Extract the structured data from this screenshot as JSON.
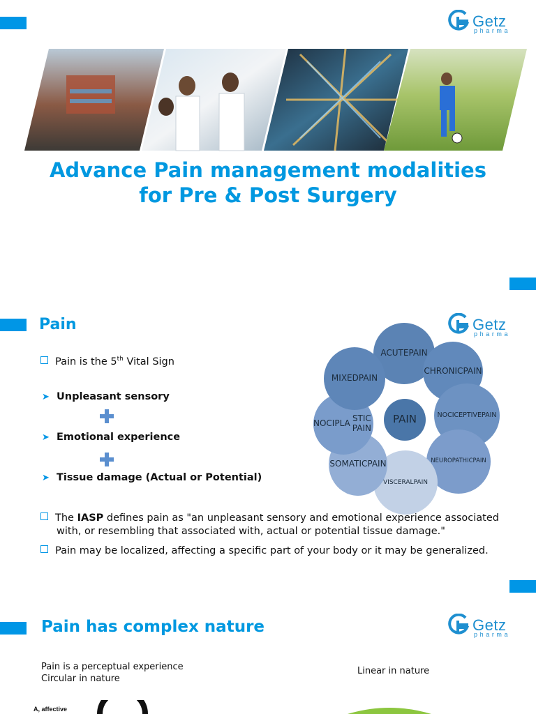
{
  "logo": {
    "word": "Getz",
    "sub": "pharma"
  },
  "slide1": {
    "title_line1": "Advance Pain management modalities",
    "title_line2": "for Pre & Post Surgery"
  },
  "slide2": {
    "heading": "Pain",
    "vital_pre": "Pain is the 5",
    "vital_sup": "th",
    "vital_post": " Vital Sign",
    "items": [
      "Unpleasant sensory",
      "Emotional experience",
      "Tissue damage (Actual or Potential)"
    ],
    "iasp_pre": "The ",
    "iasp_bold": "IASP",
    "iasp_line1": " defines pain as \"an unpleasant sensory and emotional experience associated",
    "iasp_line2": "with, or resembling that associated with, actual or potential tissue damage.\"",
    "localized": "Pain may be localized, affecting a specific part of your body or it may be generalized.",
    "diagram": {
      "center": "PAIN",
      "acute": [
        "ACUTE",
        "PAIN"
      ],
      "chronic": [
        "CHRONIC",
        "PAIN"
      ],
      "nociceptive": [
        "NOCICEPTIVE",
        "PAIN"
      ],
      "neuropathic": [
        "NEUROPATHIC",
        "PAIN"
      ],
      "visceral": [
        "VISCERAL",
        "PAIN"
      ],
      "somatic": [
        "SOMATIC",
        "PAIN"
      ],
      "nociplastic": [
        "NOCIPLA",
        "STIC PAIN"
      ],
      "mixed": [
        "MIXED",
        "PAIN"
      ]
    }
  },
  "slide3": {
    "heading": "Pain has complex nature",
    "left_line1": "Pain is a perceptual experience",
    "left_line2": "Circular in nature",
    "right": "Linear in nature",
    "affective": "A, affective"
  },
  "colors": {
    "accent": "#0096e6",
    "heading": "#0098e0"
  }
}
